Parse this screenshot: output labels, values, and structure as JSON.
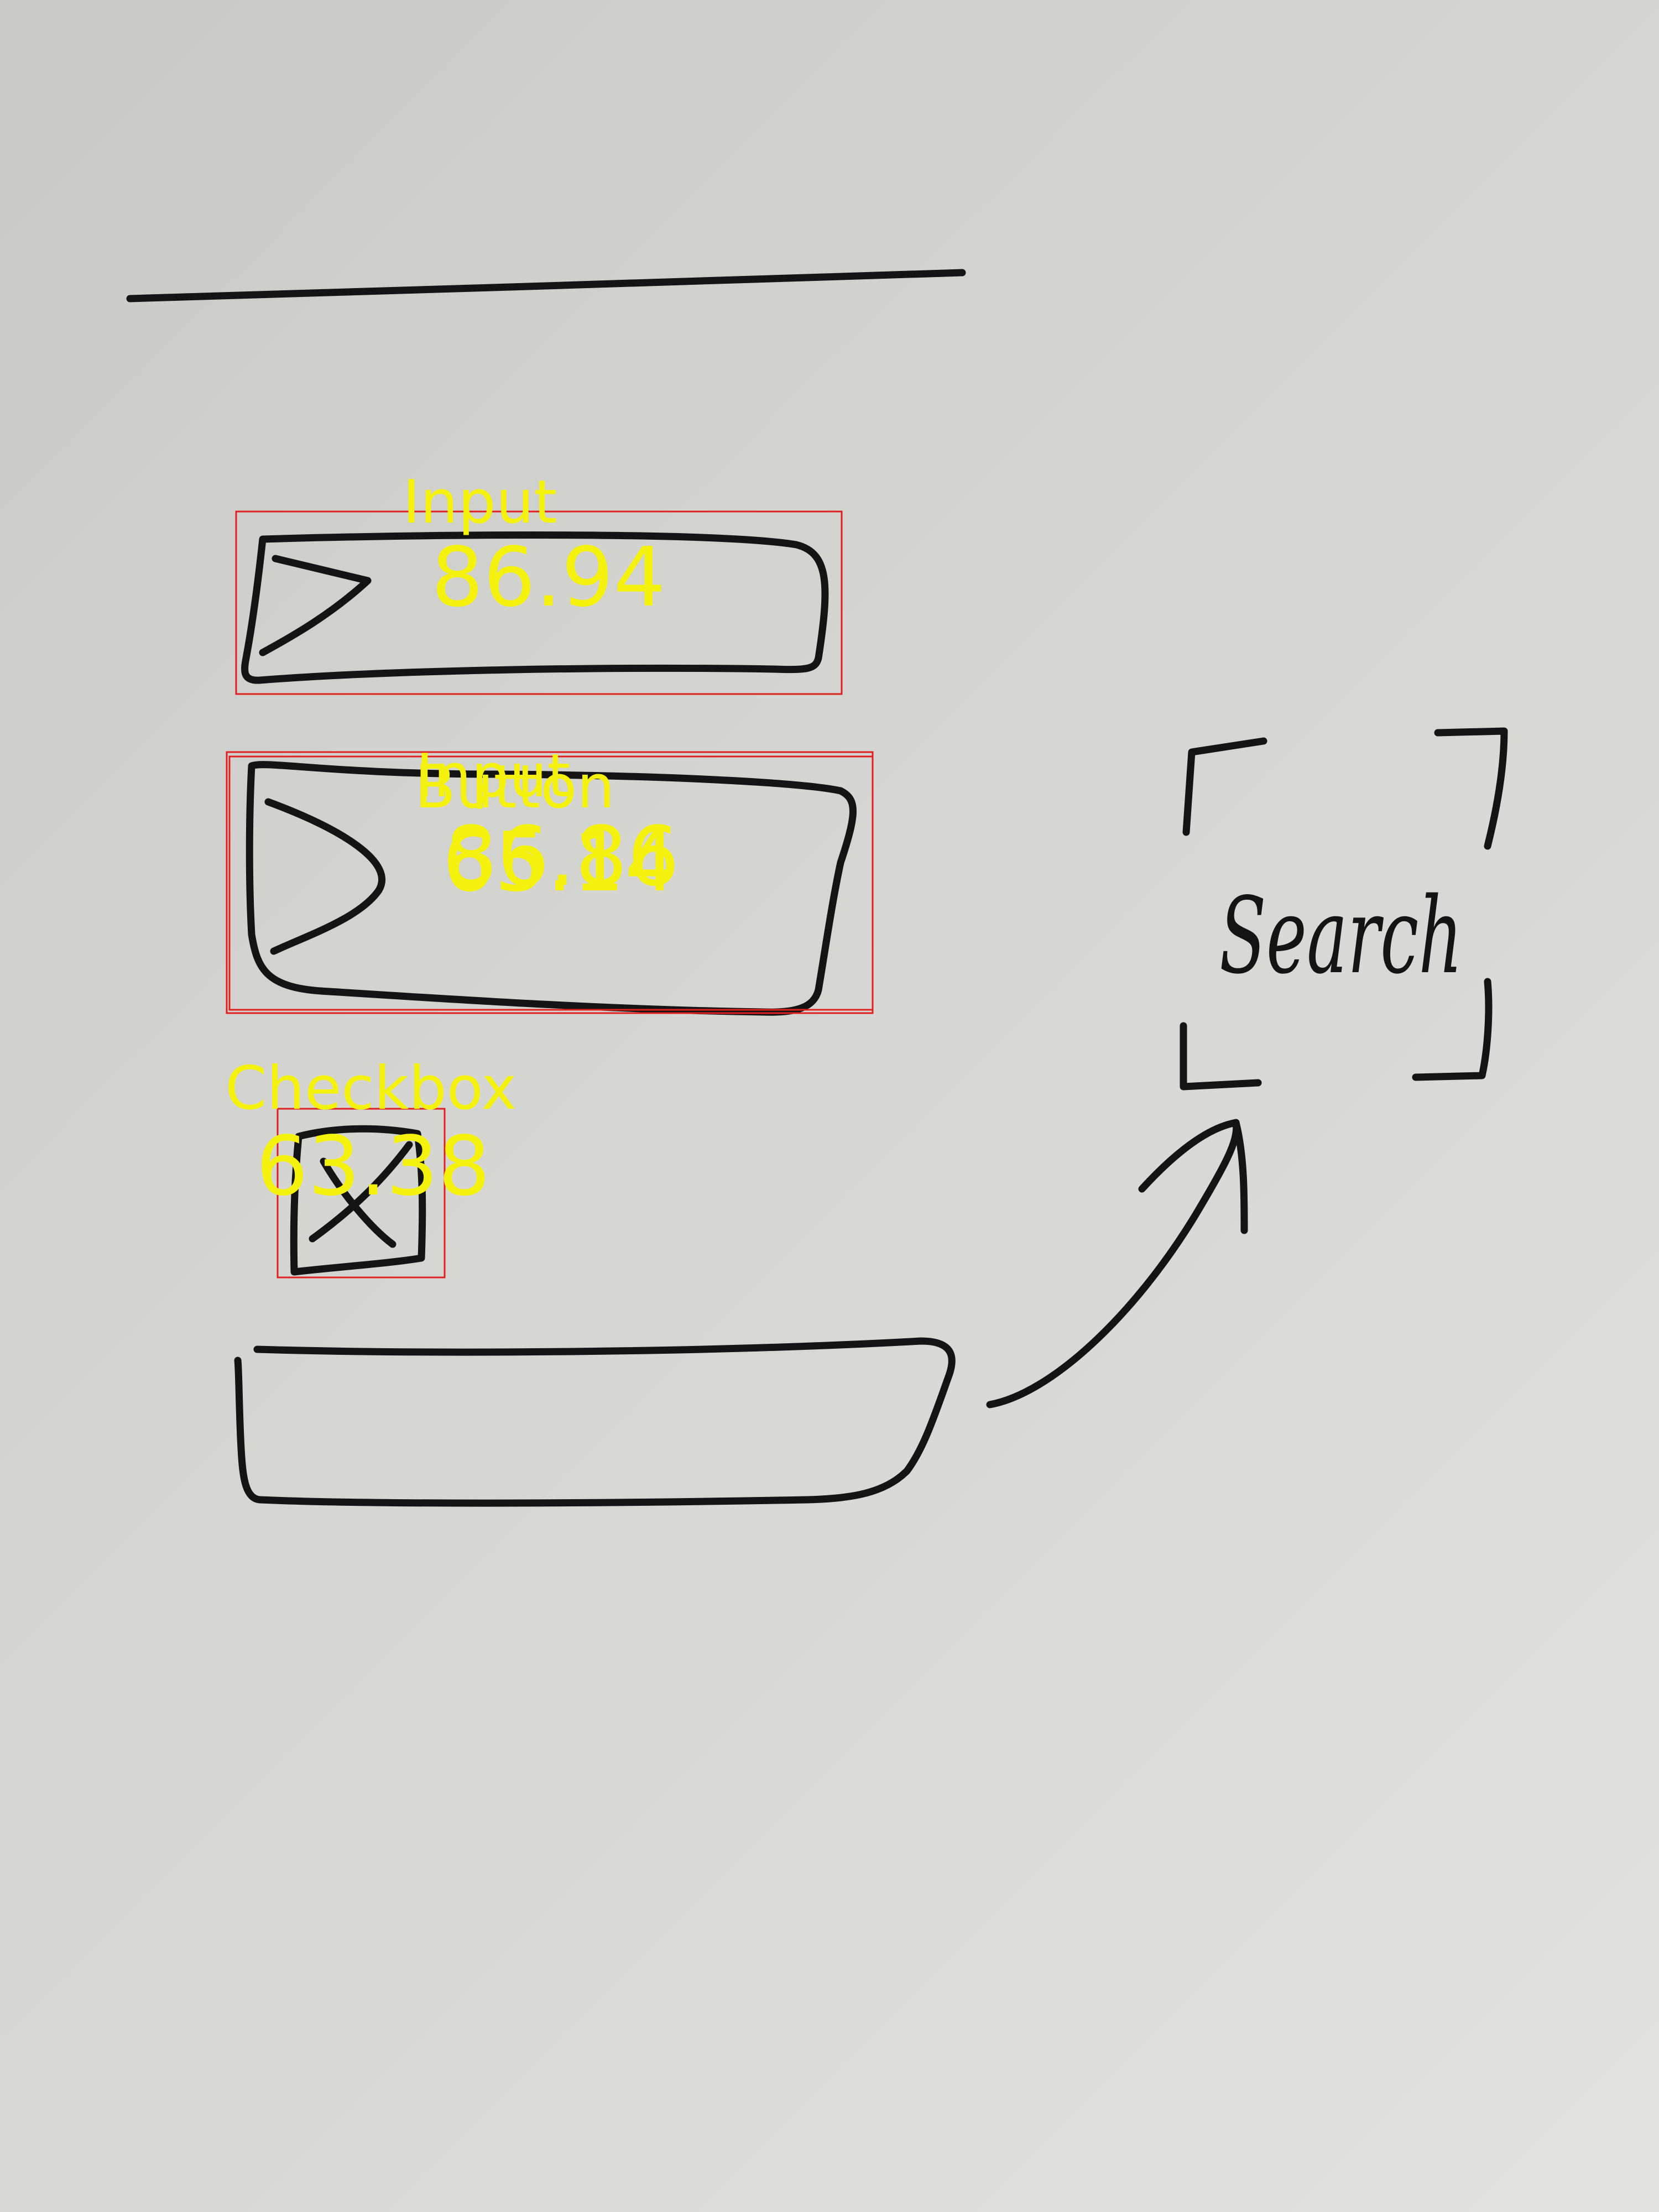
{
  "page": {
    "background_color": "#d2d2cf",
    "ink_color": "#141414",
    "box_color": "#e02020",
    "label_color": "#f4f20c"
  },
  "sketch": {
    "search_text": "Search"
  },
  "detections": [
    {
      "label": "Input",
      "score": "86.94"
    },
    {
      "label": "Button",
      "score": "65.14"
    },
    {
      "label": "Input",
      "score": "86.86"
    },
    {
      "label": "Checkbox",
      "score": "63.38"
    }
  ]
}
